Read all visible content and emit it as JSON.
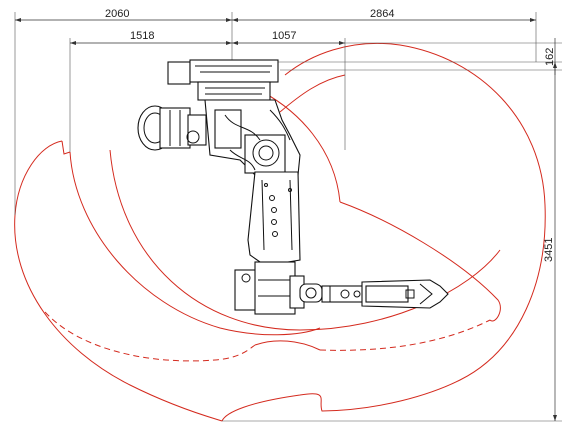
{
  "diagram": {
    "dimensions": {
      "top_left_width": "2060",
      "top_right_width": "2864",
      "inner_left_width": "1518",
      "inner_right_width": "1057",
      "right_offset": "162",
      "right_height": "3451"
    },
    "colors": {
      "envelope": "#d42a1e",
      "dimension_lines": "#333333",
      "robot_outline": "#111111",
      "background": "#ffffff"
    }
  }
}
